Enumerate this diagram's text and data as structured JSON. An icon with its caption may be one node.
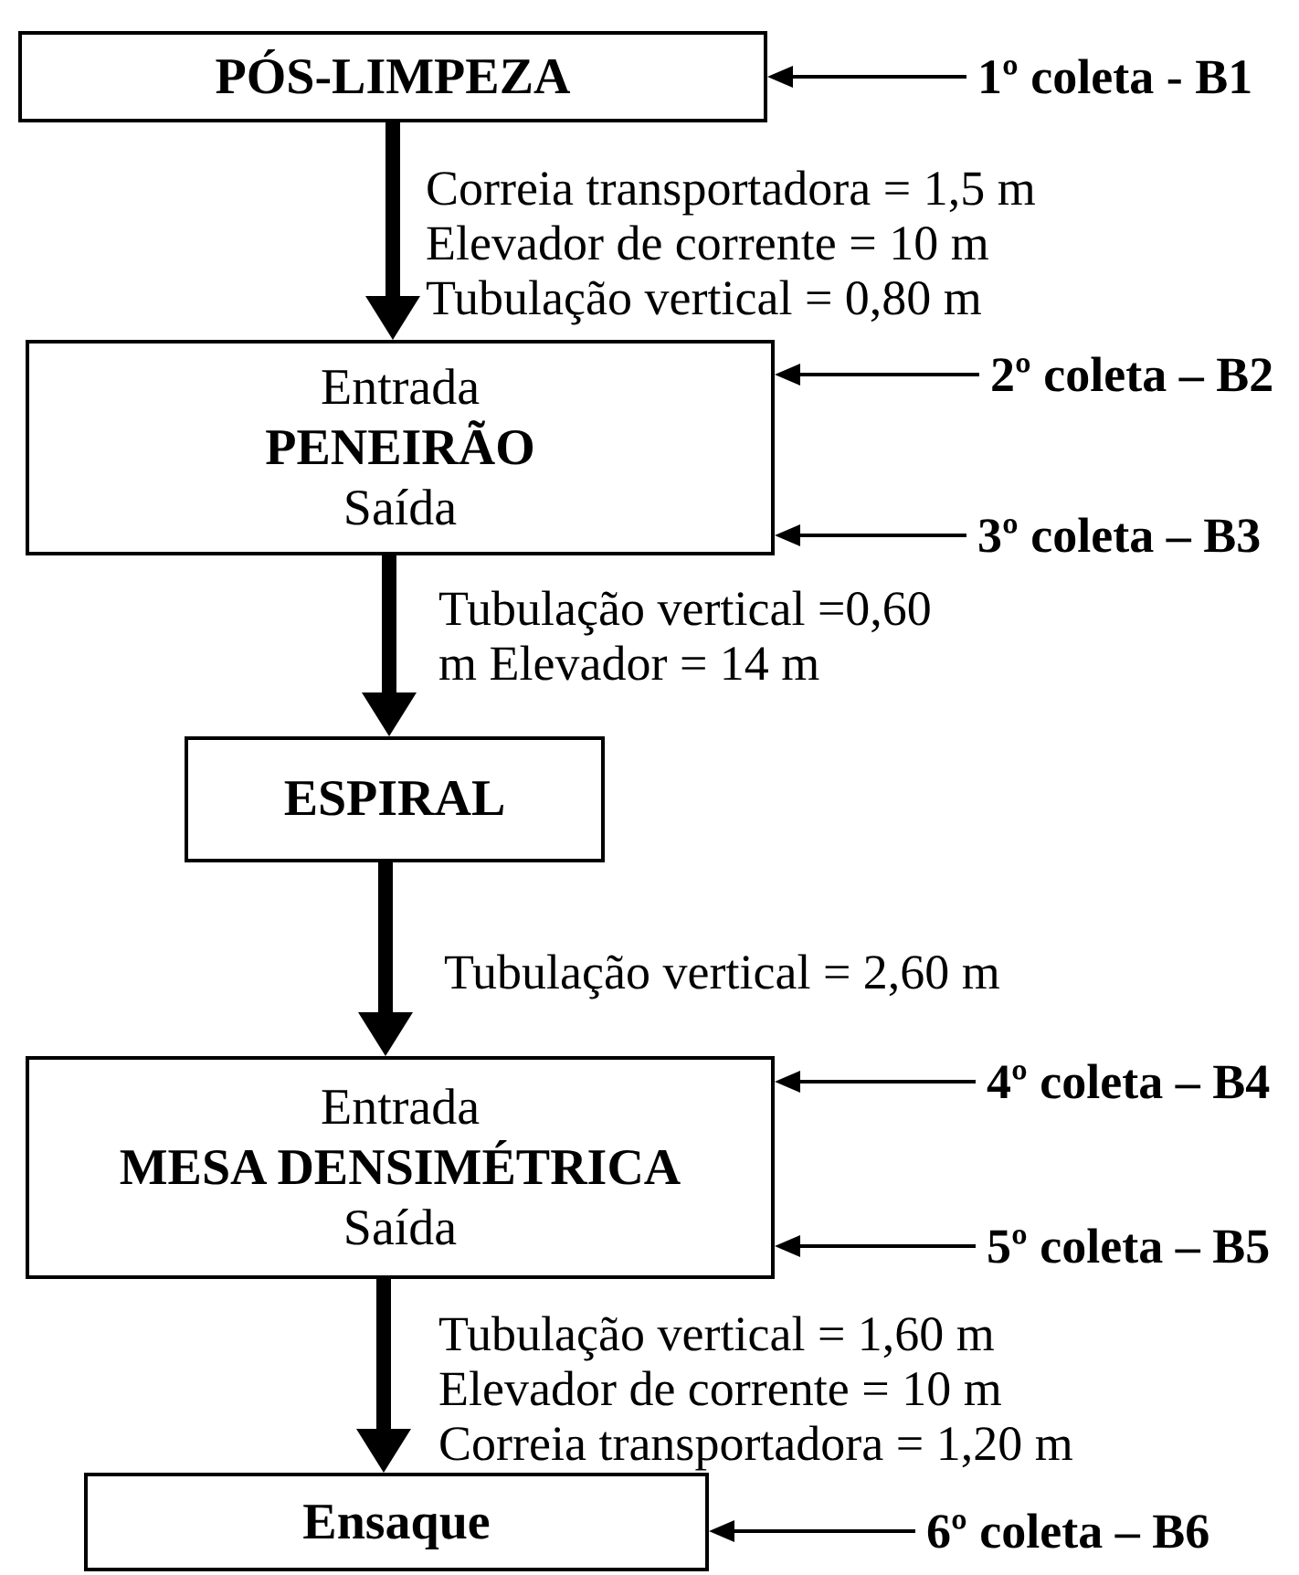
{
  "diagram": {
    "nodes": [
      {
        "text": [
          "PÓS-LIMPEZA"
        ]
      },
      {
        "text": [
          "1º coleta - B1"
        ]
      },
      {
        "text": [
          "Entrada",
          "PENEIRÃO",
          "Saída"
        ]
      },
      {
        "text": [
          "2º coleta – B2"
        ]
      },
      {
        "text": [
          "3º coleta – B3"
        ]
      },
      {
        "text": [
          "ESPIRAL"
        ]
      },
      {
        "text": [
          "Entrada",
          "MESA DENSIMÉTRICA",
          "Saída"
        ]
      },
      {
        "text": [
          "4º coleta – B4"
        ]
      },
      {
        "text": [
          "5º coleta – B5"
        ]
      },
      {
        "text": [
          "Ensaque"
        ]
      },
      {
        "text": [
          "6º coleta – B6"
        ]
      }
    ],
    "edges": [
      {
        "from": 1,
        "to": 0,
        "arrow": "to"
      },
      {
        "from": 0,
        "to": 2,
        "arrow": "to",
        "style": "thick",
        "label": "Correia transportadora = 1,5 m Elevador de corrente = 10 m Tubulação vertical = 0,80 m"
      },
      {
        "from": 3,
        "to": 2,
        "arrow": "to"
      },
      {
        "from": 4,
        "to": 2,
        "arrow": "to"
      },
      {
        "from": 2,
        "to": 5,
        "arrow": "to",
        "style": "thick",
        "label": "Tubulação vertical =0,60 m Elevador = 14 m"
      },
      {
        "from": 5,
        "to": 6,
        "arrow": "to",
        "style": "thick",
        "label": "Tubulação vertical = 2,60 m"
      },
      {
        "from": 7,
        "to": 6,
        "arrow": "to"
      },
      {
        "from": 8,
        "to": 6,
        "arrow": "to"
      },
      {
        "from": 6,
        "to": 9,
        "arrow": "to",
        "style": "thick",
        "label": "Tubulação vertical = 1,60 m Elevador de corrente = 10 m Correia transportadora = 1,20 m"
      },
      {
        "from": 10,
        "to": 9,
        "arrow": "to"
      }
    ]
  }
}
